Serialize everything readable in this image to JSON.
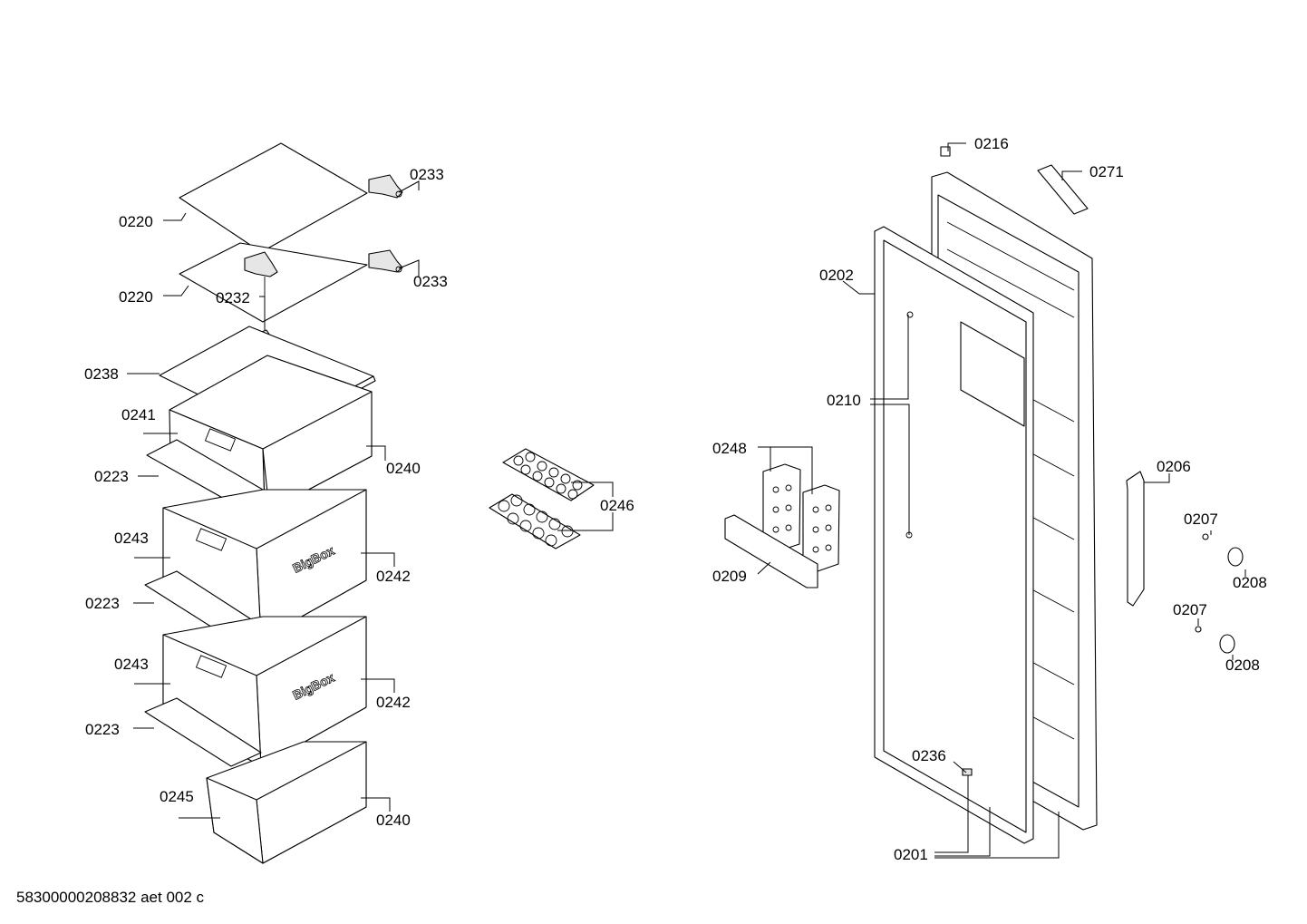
{
  "labels": {
    "l0216": "0216",
    "l0271": "0271",
    "l0233a": "0233",
    "l0233b": "0233",
    "l0220a": "0220",
    "l0220b": "0220",
    "l0232": "0232",
    "l0238": "0238",
    "l0241": "0241",
    "l0223a": "0223",
    "l0240a": "0240",
    "l0243a": "0243",
    "l0242a": "0242",
    "l0223b": "0223",
    "l0243b": "0243",
    "l0242b": "0242",
    "l0223c": "0223",
    "l0245": "0245",
    "l0240b": "0240",
    "l0246": "0246",
    "l0202": "0202",
    "l0210": "0210",
    "l0248": "0248",
    "l0209": "0209",
    "l0206": "0206",
    "l0207a": "0207",
    "l0208a": "0208",
    "l0207b": "0207",
    "l0208b": "0208",
    "l0236": "0236",
    "l0201": "0201"
  },
  "brand_text": "BigBox",
  "footer": "58300000208832 aet 002 c"
}
